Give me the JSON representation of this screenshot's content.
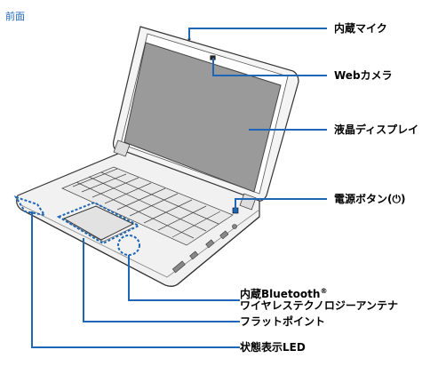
{
  "section_title": "前面",
  "accent_color": "#1e67b6",
  "labels": {
    "microphone": "内蔵マイク",
    "webcam": "Webカメラ",
    "lcd": "液晶ディスプレイ",
    "power_prefix": "電源ボタン(",
    "power_icon": "⏻",
    "power_suffix": ")",
    "bluetooth_line1": "内蔵Bluetooth",
    "bluetooth_reg": "®",
    "bluetooth_line2": "ワイヤレステクノロジーアンテナ",
    "flatpoint": "フラットポイント",
    "status_led": "状態表示LED"
  }
}
